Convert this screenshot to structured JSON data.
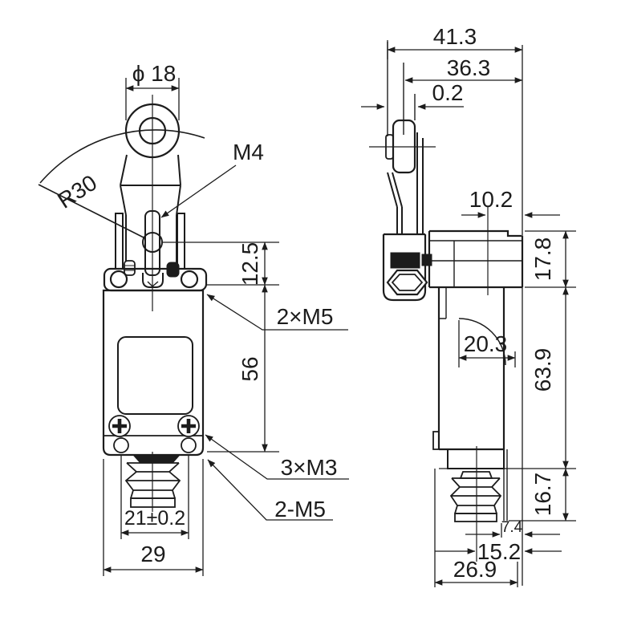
{
  "drawing": {
    "background": "#ffffff",
    "line_color": "#1c1c1c",
    "front_view": {
      "roller_diameter": "ϕ 18",
      "swing_radius": "R30",
      "pin_thread": "M4",
      "plate_offset": "12.5",
      "head_screws": "2×M5",
      "body_height": "56",
      "cover_screws": "3×M3",
      "mount_thread": "2-M5",
      "hole_spacing": "21±0.2",
      "body_width": "29"
    },
    "side_view": {
      "overall_depth": "41.3",
      "lever_depth": "36.3",
      "lever_clearance": "0.2",
      "head_depth": "10.2",
      "head_height": "17.8",
      "swing_depth": "20.3",
      "body_height": "63.9",
      "boot_height": "16.7",
      "stem_offset": "7.4",
      "center_offset": "15.2",
      "base_depth": "26.9"
    }
  }
}
